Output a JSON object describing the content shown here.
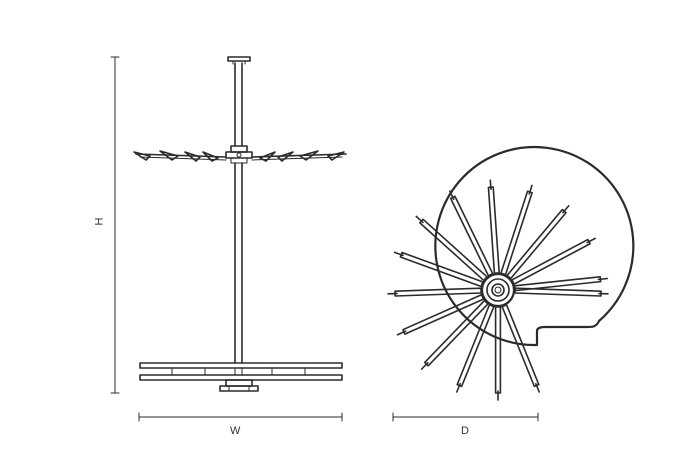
{
  "dimensions": {
    "height_label": "H",
    "width_label": "W",
    "depth_label": "D"
  },
  "views": {
    "elevation": "elevation-view",
    "plan": "plan-view"
  },
  "colors": {
    "line": "#2b2b2b",
    "background": "#ffffff"
  }
}
